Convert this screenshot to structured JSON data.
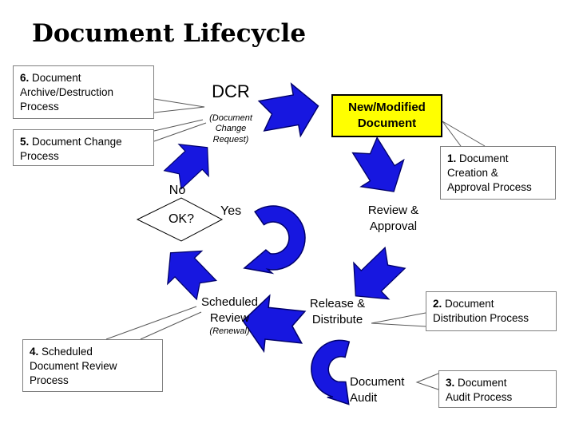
{
  "slide": {
    "title": "Document Lifecycle"
  },
  "colors": {
    "arrow_fill": "#1717e0",
    "arrow_outline": "#00006b",
    "highlight_fill": "#ffff00",
    "box_border": "#808080"
  },
  "nodes": {
    "dcr": {
      "label": "DCR",
      "sub": "(Document\nChange\nRequest)"
    },
    "new_doc": {
      "label": "New/Modified\nDocument"
    },
    "review": {
      "label": "Review &\nApproval"
    },
    "release": {
      "label": "Release &\nDistribute"
    },
    "audit": {
      "label": "Document\nAudit"
    },
    "scheduled": {
      "label": "Scheduled\nReview",
      "sub": "(Renewal)"
    },
    "decision": {
      "label": "OK?",
      "no_label": "No",
      "yes_label": "Yes"
    }
  },
  "callouts": {
    "c1": {
      "num": "1.",
      "text": "Document\nCreation &\nApproval Process"
    },
    "c2": {
      "num": "2.",
      "text": "Document\nDistribution Process"
    },
    "c3": {
      "num": "3.",
      "text": "Document\nAudit Process"
    },
    "c4": {
      "num": "4.",
      "text": "Scheduled\nDocument Review\nProcess"
    },
    "c5": {
      "num": "5.",
      "text": "Document Change\nProcess"
    },
    "c6": {
      "num": "6.",
      "text": "Document\nArchive/Destruction\nProcess"
    }
  }
}
